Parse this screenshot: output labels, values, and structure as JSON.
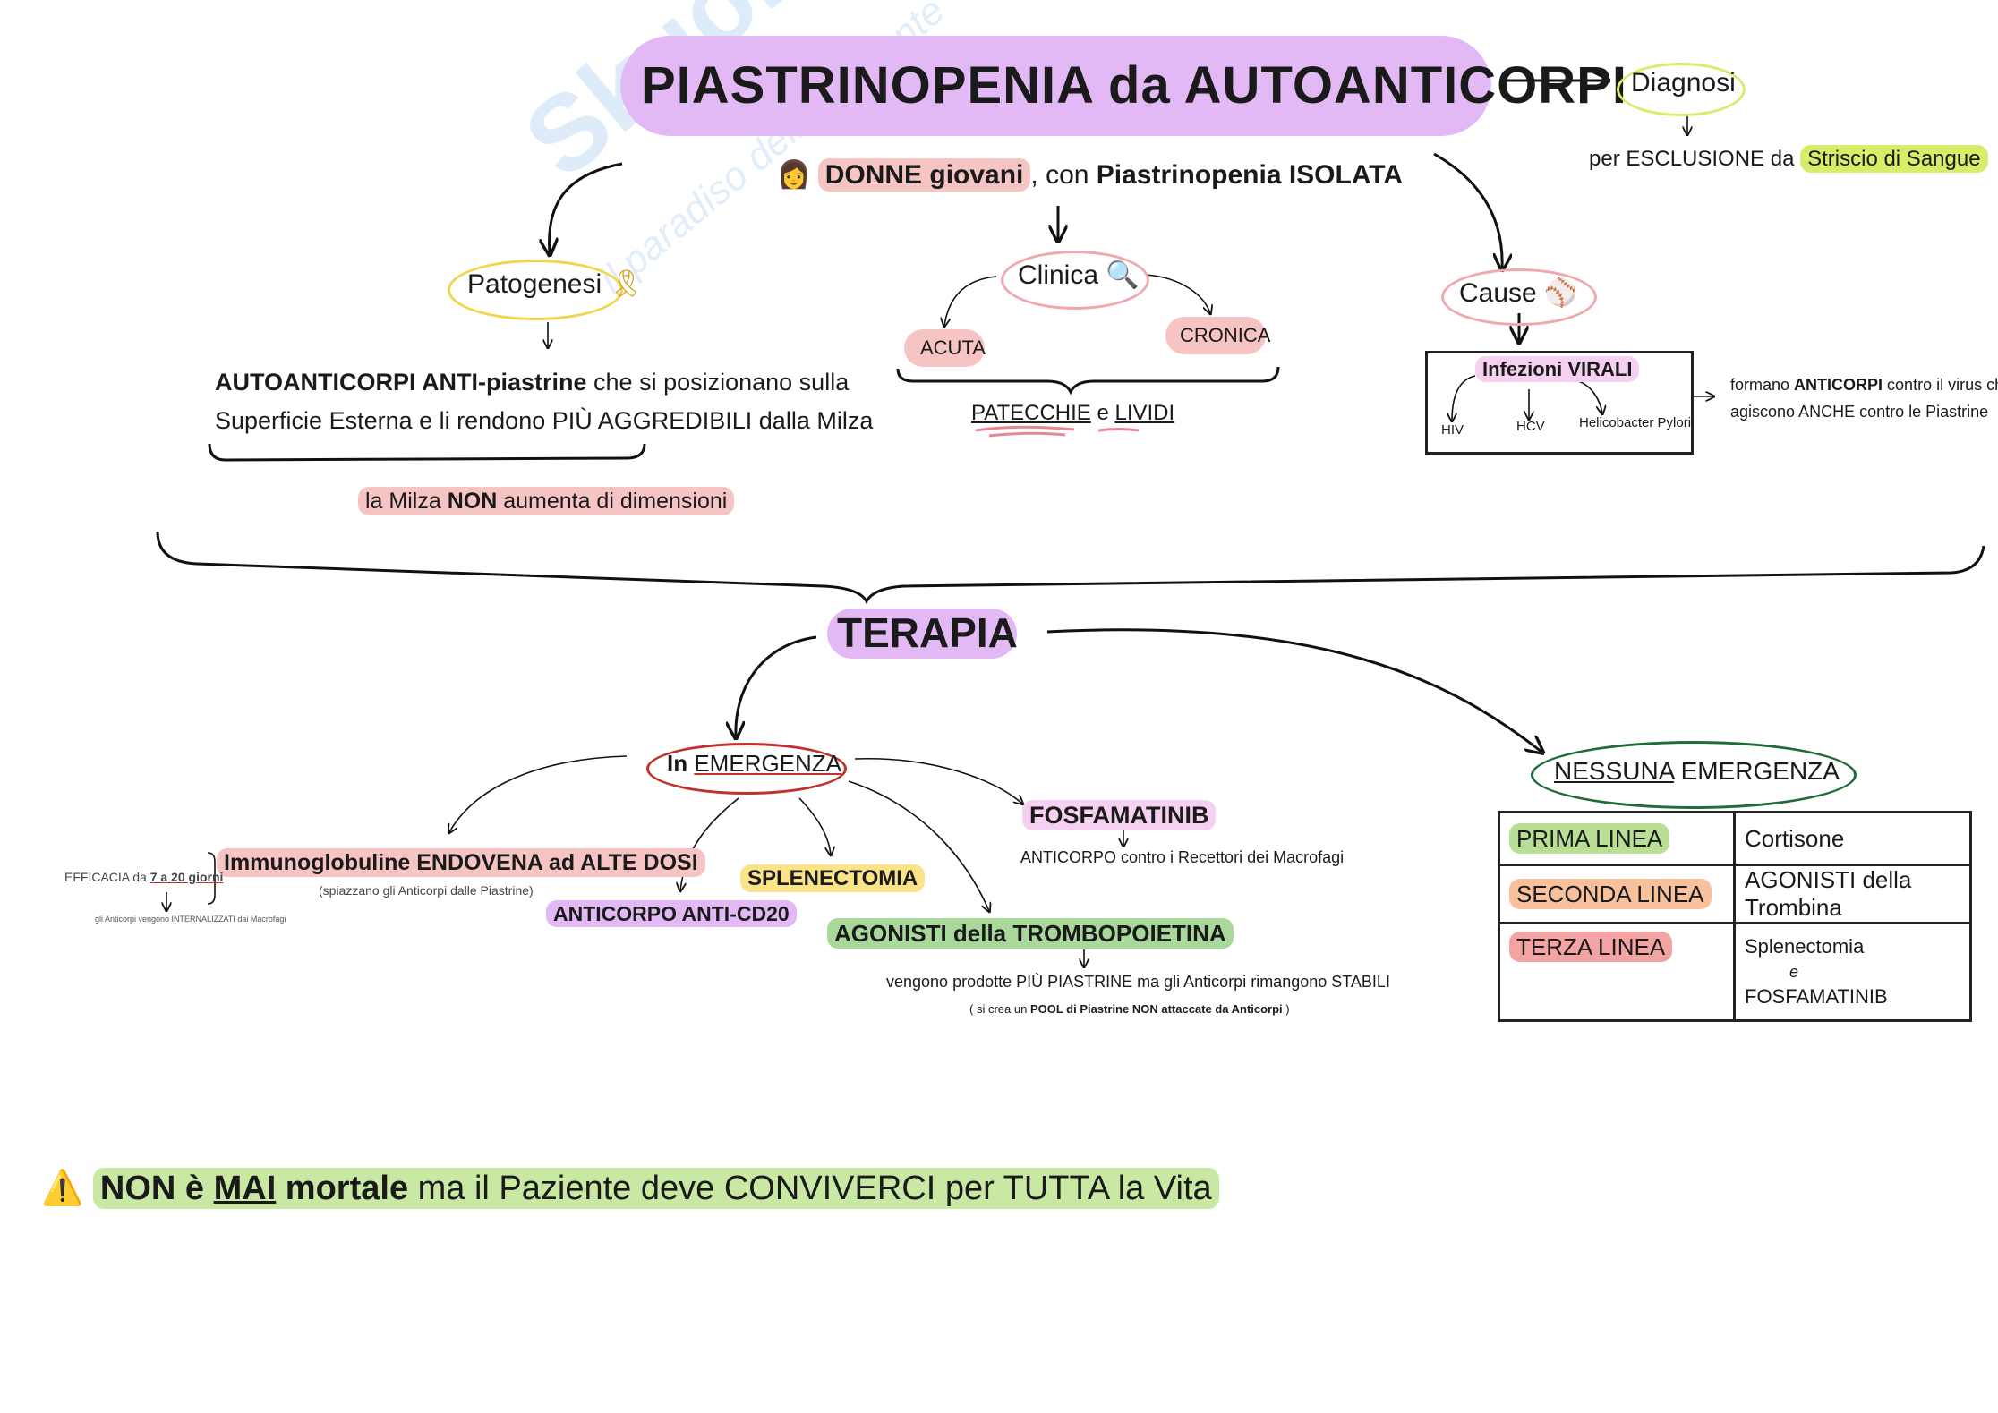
{
  "title": "PIASTRINOPENIA da AUTOANTICORPI",
  "watermark": {
    "brand": "Skuola.net",
    "tagline": "il paradiso dello studente"
  },
  "patients": {
    "icon": "woman-icon",
    "main": "DONNE giovani",
    "rest": ", con ",
    "bold": "Piastrinopenia ISOLATA"
  },
  "diagnosi": {
    "label": "Diagnosi",
    "text_prefix": "per ESCLUSIONE da ",
    "highlight": "Striscio di Sangue"
  },
  "patogenesi": {
    "label": "Patogenesi",
    "icon": "ribbon-icon",
    "line1_bold": "AUTOANTICORPI ANTI-piastrine",
    "line1_rest": " che si posizionano sulla",
    "line2": "Superficie Esterna e li rendono PIÙ AGGREDIBILI dalla Milza",
    "note_prefix": "la Milza ",
    "note_bold": "NON",
    "note_suffix": " aumenta di dimensioni"
  },
  "clinica": {
    "label": "Clinica",
    "icon": "magnifier-icon",
    "acute": "ACUTA",
    "chronic": "CRONICA",
    "signs_a": "PATECCHIE",
    "signs_mid": " e ",
    "signs_b": "LIVIDI"
  },
  "cause": {
    "label": "Cause",
    "icon": "virus-icon",
    "box_title": "Infezioni VIRALI",
    "viruses": [
      "HIV",
      "HCV",
      "Helicobacter Pylori"
    ],
    "note_line1_prefix": "formano ",
    "note_line1_bold": "ANTICORPI",
    "note_line1_suffix": " contro il virus che",
    "note_line2": "agiscono ANCHE contro le Piastrine"
  },
  "terapia": {
    "label": "TERAPIA",
    "emergency": {
      "label_prefix": "In ",
      "label": "EMERGENZA",
      "ig": "Immunoglobuline ENDOVENA ad ALTE DOSI",
      "ig_note": "(spiazzano gli Anticorpi dalle Piastrine)",
      "efficacy_prefix": "EFFICACIA da ",
      "efficacy_value": "7 a 20 giorni",
      "efficacy_sub": "gli Anticorpi vengono INTERNALIZZATI dai Macrofagi",
      "cd20": "ANTICORPO ANTI-CD20",
      "splenectomy": "SPLENECTOMIA",
      "fosfa": "FOSFAMATINIB",
      "fosfa_note": "ANTICORPO contro i Recettori dei Macrofagi",
      "tpo": "AGONISTI della TROMBOPOIETINA",
      "tpo_note": "vengono prodotte PIÙ PIASTRINE ma gli Anticorpi rimangono STABILI",
      "tpo_sub_prefix": "si crea un ",
      "tpo_sub_bold": "POOL di Piastrine NON attaccate da Anticorpi"
    },
    "no_emergency": {
      "label_a": "NESSUNA",
      "label_b": " EMERGENZA",
      "rows": [
        {
          "line": "PRIMA LINEA",
          "therapy": "Cortisone",
          "color": "#b9df97"
        },
        {
          "line": "SECONDA LINEA",
          "therapy": "AGONISTI della Trombina",
          "color": "#f8c19b"
        },
        {
          "line": "TERZA LINEA",
          "therapy": "Splenectomia",
          "therapy_join": "e",
          "therapy2": "FOSFAMATINIB",
          "color": "#f4a3a3"
        }
      ]
    }
  },
  "footer": {
    "icon": "warning-icon",
    "bold1": "NON è ",
    "bold_u": "MAI",
    "bold2": " mortale",
    "rest": " ma il Paziente deve CONVIVERCI per TUTTA la Vita"
  },
  "colors": {
    "purple": "#e2b8f5",
    "pink": "#f7c4c4",
    "green": "#c8e8a3",
    "yellow": "#fbe38a",
    "red_oval": "#c0312b",
    "dark_green": "#1f6b3a"
  }
}
